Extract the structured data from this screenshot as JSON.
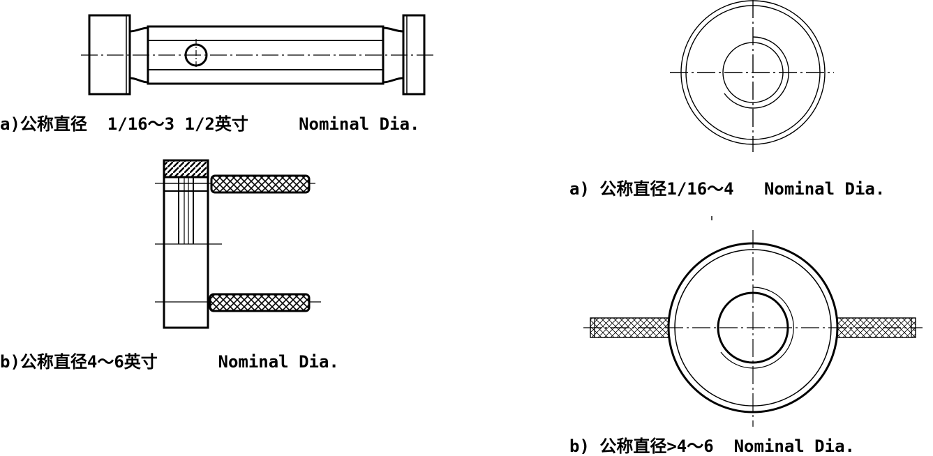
{
  "captions": {
    "plug_a": "a)公称直径  1/16～3 1/2英寸     Nominal Dia.",
    "plug_b": "b)公称直径4～6英寸      Nominal Dia.",
    "ring_a": "a) 公称直径1/16～4   Nominal Dia.",
    "ring_b": "b) 公称直径>4～6  Nominal Dia."
  },
  "figures": [
    {
      "id": "plug_a",
      "subject": "double-end thread plug gauge with hexagonal handle"
    },
    {
      "id": "plug_b",
      "subject": "single thread plug gauge with two knurled handles"
    },
    {
      "id": "ring_a",
      "subject": "thread ring gauge"
    },
    {
      "id": "ring_b",
      "subject": "thread ring gauge with two knurled handles"
    }
  ],
  "colors": {
    "line": "#000000",
    "background": "#ffffff"
  }
}
